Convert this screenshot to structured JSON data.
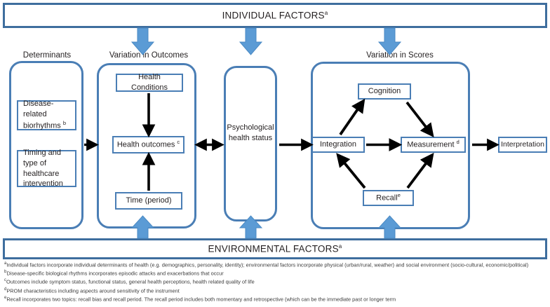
{
  "banners": {
    "top": {
      "label": "INDIVIDUAL FACTORS",
      "note": "a"
    },
    "bottom": {
      "label": "ENVIRONMENTAL FACTORS",
      "note": "a"
    }
  },
  "groups": {
    "determinants": {
      "title": "Determinants"
    },
    "variation_outcomes": {
      "title": "Variation in Outcomes"
    },
    "psychological": {
      "title": ""
    },
    "variation_scores": {
      "title": "Variation in Scores"
    }
  },
  "nodes": {
    "disease_biorhythms": {
      "label": "Disease-related biorhythms ",
      "note": "b"
    },
    "timing_intervention": {
      "label": "Timing and type of healthcare intervention",
      "note": ""
    },
    "health_conditions": {
      "label": "Health Conditions",
      "note": ""
    },
    "health_outcomes": {
      "label": "Health outcomes ",
      "note": "c"
    },
    "time_period": {
      "label": "Time (period)",
      "note": ""
    },
    "psychological_health_status": {
      "label": "Psychological health status",
      "note": ""
    },
    "cognition": {
      "label": "Cognition",
      "note": ""
    },
    "integration": {
      "label": "Integration",
      "note": ""
    },
    "measurement": {
      "label": "Measurement ",
      "note": "d"
    },
    "recall": {
      "label": "Recall",
      "note": "e"
    },
    "interpretation": {
      "label": "Interpretation",
      "note": ""
    }
  },
  "footnotes": [
    {
      "marker": "a",
      "text": "Individual factors incorporate individual determinants of health (e.g. demographics, personality, identity); environmental factors incorporate physical (urban/rural, weather) and social environment (socio-cultural, economic/political)"
    },
    {
      "marker": "b",
      "text": "Disease-specific biological rhythms incorporates episodic attacks and exacerbations that occur"
    },
    {
      "marker": "c",
      "text": "Outcomes include symptom status, functional status, general health perceptions, health related quality of life"
    },
    {
      "marker": "d",
      "text": "PROM characteristics including aspects around sensitivity of the instrument"
    },
    {
      "marker": "e",
      "text": "Recall incorporates two topics: recall bias and recall period. The recall period includes both momentary and retrospective (which can be the immediate past or longer term"
    }
  ],
  "colors": {
    "banner_border": "#3E6E9E",
    "group_border": "#4A7EB5",
    "node_border": "#4A7EB5",
    "block_arrow_fill": "#5B9BD5",
    "block_arrow_stroke": "#4A8AC4",
    "flow_arrow": "#000000",
    "background": "#ffffff"
  }
}
